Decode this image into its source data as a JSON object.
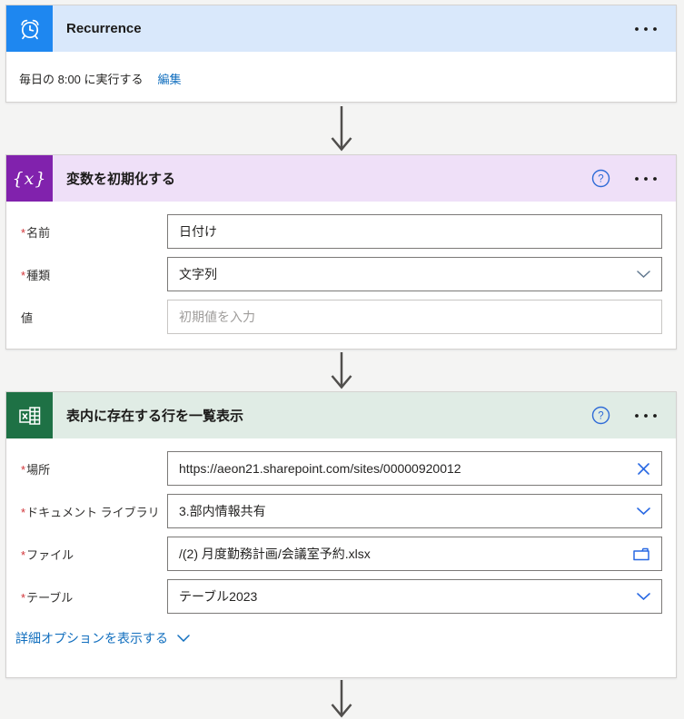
{
  "recurrence_card": {
    "title": "Recurrence",
    "summary": "毎日の 8:00 に実行する",
    "edit_link": "編集"
  },
  "init_variable_card": {
    "title": "変数を初期化する",
    "name_label": "名前",
    "name_value": "日付け",
    "type_label": "種類",
    "type_value": "文字列",
    "value_label": "値",
    "value_placeholder": "初期値を入力"
  },
  "excel_card": {
    "title": "表内に存在する行を一覧表示",
    "location_label": "場所",
    "location_value": "https://aeon21.sharepoint.com/sites/00000920012",
    "library_label": "ドキュメント ライブラリ",
    "library_value": "3.部内情報共有",
    "file_label": "ファイル",
    "file_value": "/(2) 月度勤務計画/会議室予約.xlsx",
    "table_label": "テーブル",
    "table_value": "テーブル2023",
    "advanced_link": "詳細オプションを表示する"
  },
  "glyphs": {
    "required": "*",
    "fx": "{x}",
    "help": "?"
  },
  "colors": {
    "recurrence_icon_bg": "#1e87f0",
    "recurrence_header_bg": "#d9e8fb",
    "variable_icon_bg": "#8122ad",
    "variable_header_bg": "#efe0f8",
    "excel_icon_bg": "#1e7145",
    "excel_header_bg": "#e0ece5",
    "link_blue": "#106ebe",
    "accent_blue": "#2969e3",
    "required_red": "#d13438",
    "arrow_gray": "#504e4c"
  }
}
